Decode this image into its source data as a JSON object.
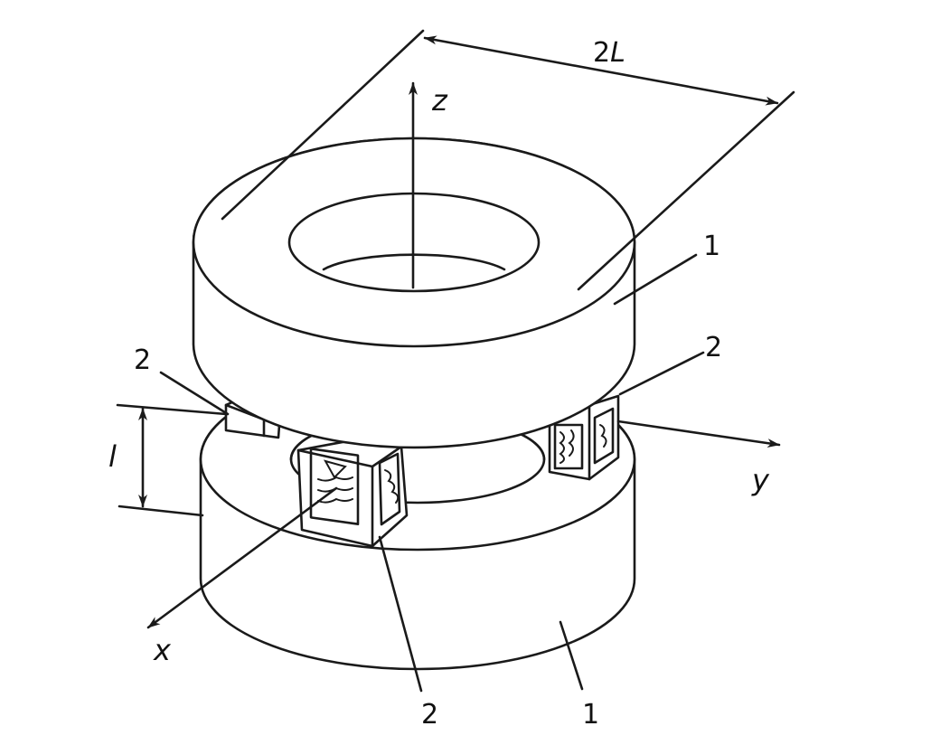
{
  "labels": {
    "dimension_2L": "2L",
    "axis_z": "z",
    "axis_y": "y",
    "axis_x": "x",
    "dimension_l": "l",
    "ring_top": "1",
    "ring_bottom": "1",
    "sensor_left": "2",
    "sensor_right": "2",
    "sensor_front": "2"
  },
  "colors": {
    "ink": "#1a1a1a",
    "background": "#ffffff"
  }
}
